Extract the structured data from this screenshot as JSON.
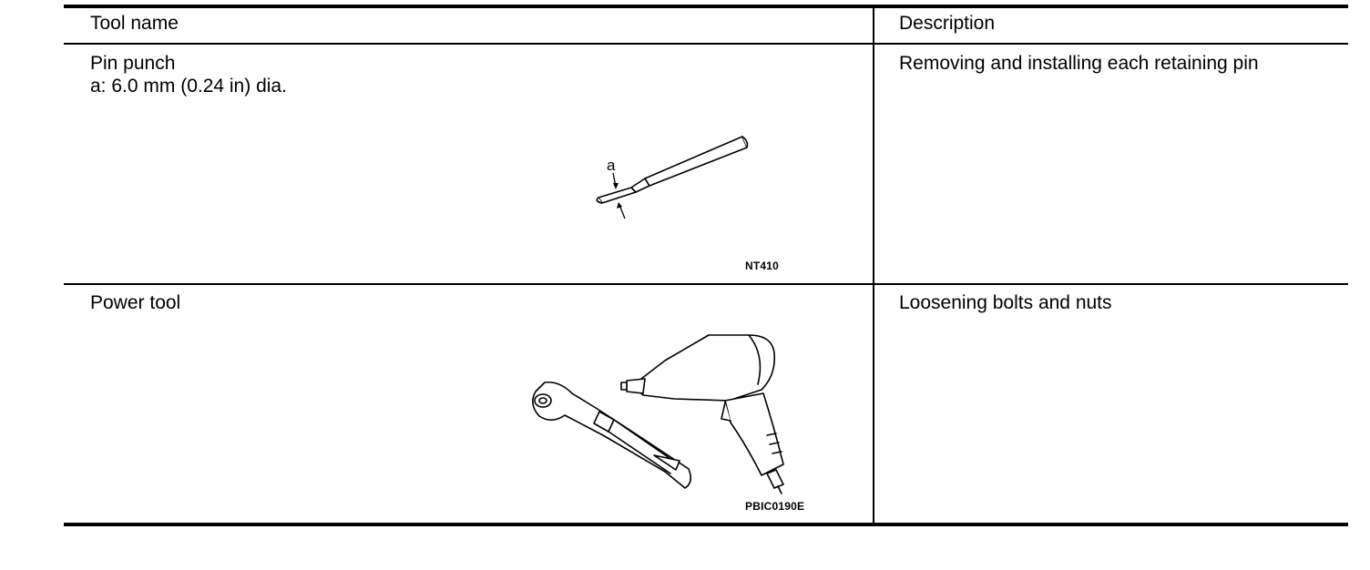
{
  "table": {
    "headers": {
      "tool_name": "Tool name",
      "description": "Description"
    },
    "rows": [
      {
        "tool_name": "Pin punch",
        "spec": "a: 6.0 mm (0.24 in) dia.",
        "description": "Removing and installing each retaining pin",
        "figure_label": "a",
        "figure_code": "NT410",
        "icon": "pin-punch-icon"
      },
      {
        "tool_name": "Power tool",
        "description": "Loosening bolts and nuts",
        "figure_code": "PBIC0190E",
        "icon": "power-tool-icon"
      }
    ]
  },
  "colors": {
    "ink": "#000000",
    "paper": "#ffffff"
  }
}
